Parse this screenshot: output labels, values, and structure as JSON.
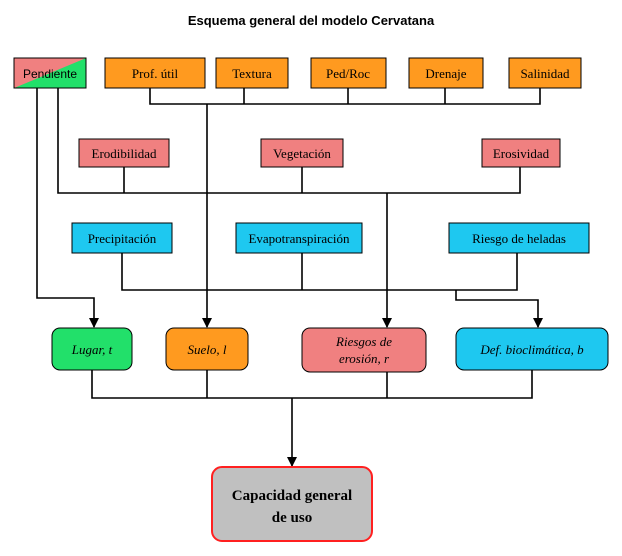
{
  "title": "Esquema general del modelo Cervatana",
  "colors": {
    "orange": "#ff9a1f",
    "red": "#f08080",
    "cyan": "#1ec8f0",
    "green": "#22e06a",
    "gray": "#c0c0c0",
    "final_border": "#ff2020"
  },
  "nodes": {
    "pendiente": "Pendiente",
    "prof_util": "Prof. útil",
    "textura": "Textura",
    "ped_roc": "Ped/Roc",
    "drenaje": "Drenaje",
    "salinidad": "Salinidad",
    "erodibilidad": "Erodibilidad",
    "vegetacion": "Vegetación",
    "erosividad": "Erosividad",
    "precipitacion": "Precipitación",
    "evapotranspiracion": "Evapotranspiración",
    "riesgo_heladas": "Riesgo de heladas",
    "lugar": "Lugar, t",
    "suelo": "Suelo, l",
    "riesgos_erosion_1": "Riesgos de",
    "riesgos_erosion_2": "erosión, r",
    "def_bioclimatica": "Def. bioclimática, b",
    "capacidad_1": "Capacidad general",
    "capacidad_2": "de uso"
  }
}
